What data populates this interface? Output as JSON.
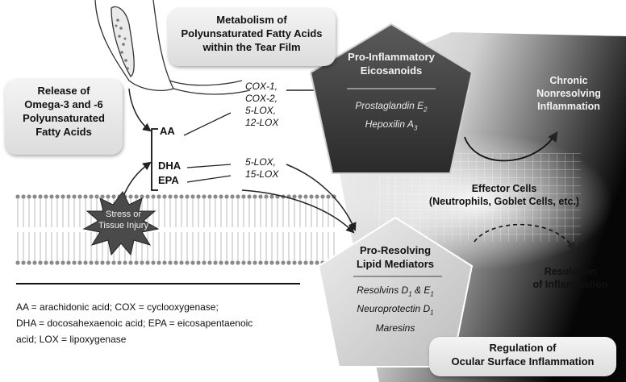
{
  "titles": {
    "metabolism": [
      "Metabolism of",
      "Polyunsaturated Fatty Acids",
      "within the Tear Film"
    ],
    "release": [
      "Release of",
      "Omega-3 and -6",
      "Polyunsaturated",
      "Fatty Acids"
    ],
    "regulation": [
      "Regulation of",
      "Ocular Surface Inflammation"
    ]
  },
  "fatty_acids": {
    "aa": "AA",
    "dha": "DHA",
    "epa": "EPA"
  },
  "enzymes": {
    "aa_path": [
      "COX-1,",
      "COX-2,",
      "5-LOX,",
      "12-LOX"
    ],
    "dha_epa_path": [
      "5-LOX,",
      "15-LOX"
    ]
  },
  "stress": [
    "Stress or",
    "Tissue Injury"
  ],
  "pro_inflammatory": {
    "title": [
      "Pro-Inflammatory",
      "Eicosanoids"
    ],
    "items": [
      {
        "name": "Prostaglandin E",
        "sub": "2"
      },
      {
        "name": "Hepoxilin A",
        "sub": "3"
      }
    ]
  },
  "chronic": [
    "Chronic",
    "Nonresolving",
    "Inflammation"
  ],
  "effector": [
    "Effector Cells",
    "(Neutrophils, Goblet Cells, etc.)"
  ],
  "pro_resolving": {
    "title": [
      "Pro-Resolving",
      "Lipid Mediators"
    ],
    "items": [
      {
        "parts": [
          "Resolvins D",
          "1",
          " & E",
          "1"
        ]
      },
      {
        "parts": [
          "Neuroprotectin D",
          "1"
        ]
      },
      {
        "parts": [
          "Maresins"
        ]
      }
    ]
  },
  "resolution": [
    "Resolution",
    "of Inflammation"
  ],
  "legend": [
    "AA = arachidonic acid; COX = cyclooxygenase;",
    "DHA = docosahexaenoic acid; EPA = eicosapentaenoic",
    "acid; LOX = lipoxygenase"
  ],
  "colors": {
    "pentagon_dark": "#3a3a3a",
    "pentagon_light": "#d8d8d8",
    "arrows": "#222222"
  }
}
